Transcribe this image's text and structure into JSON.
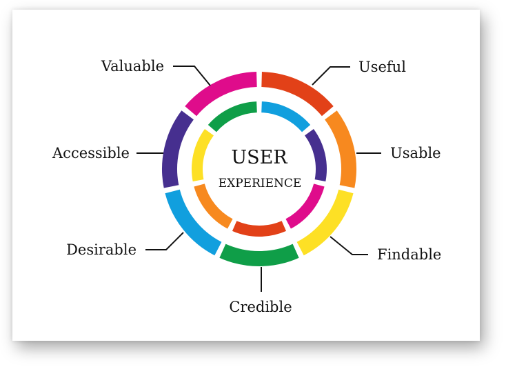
{
  "center": {
    "line1": "USER",
    "line2": "EXPERIENCE"
  },
  "facets": [
    {
      "id": "useful",
      "label": "Useful",
      "color": "#e24118"
    },
    {
      "id": "usable",
      "label": "Usable",
      "color": "#f7891f"
    },
    {
      "id": "findable",
      "label": "Findable",
      "color": "#fde025"
    },
    {
      "id": "credible",
      "label": "Credible",
      "color": "#0f9e48"
    },
    {
      "id": "desirable",
      "label": "Desirable",
      "color": "#119fde"
    },
    {
      "id": "accessible",
      "label": "Accessible",
      "color": "#462f8f"
    },
    {
      "id": "valuable",
      "label": "Valuable",
      "color": "#df0c8b"
    }
  ],
  "inner_ring_colors": [
    "#119fde",
    "#462f8f",
    "#df0c8b",
    "#e24118",
    "#f7891f",
    "#fde025",
    "#0f9e48"
  ]
}
